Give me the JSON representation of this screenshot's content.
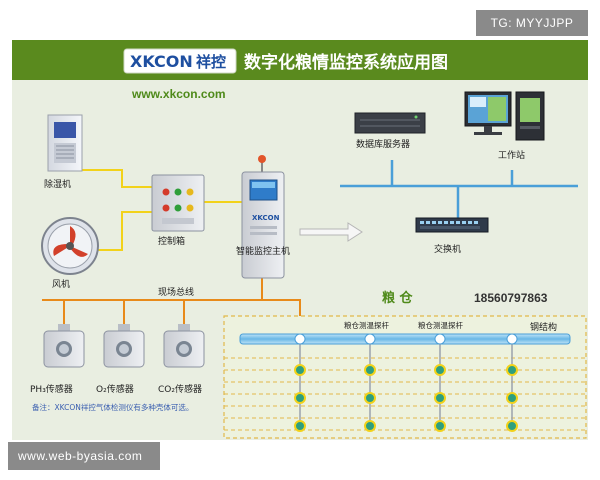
{
  "header": {
    "logo_text": "XKCON",
    "logo_cn": "祥控",
    "title": "数字化粮情监控系统应用图"
  },
  "website": "www.xkcon.com",
  "watermark_top": "TG: MYYJJPP",
  "watermark_bottom": "www.web-byasia.com",
  "labels": {
    "dehumidifier": "除湿机",
    "fan": "风机",
    "control_box": "控制箱",
    "main_host": "智能监控主机",
    "host_screen_brand": "XKCON",
    "field_bus": "现场总线",
    "ph3_sensor": "PH₃传感器",
    "o2_sensor": "O₂传感器",
    "co2_sensor": "CO₂传感器",
    "note": "备注：XKCON祥控气体检测仪有多种壳体可选。",
    "db_server": "数据库服务器",
    "workstation": "工作站",
    "switch": "交换机",
    "granary": "粮  仓",
    "phone": "18560797863",
    "probe_1": "粮仓测温探杆",
    "probe_2": "粮仓测温探杆",
    "steel_structure": "钢结构"
  },
  "colors": {
    "header_bg": "#5a8a1e",
    "panel_bg": "#e9eee1",
    "yellow_wire": "#f2d21a",
    "orange_wire": "#e88a1a",
    "network_line": "#4a9fd8",
    "granary_border": "#e2b84a",
    "probe_node": "#2e9f7e"
  },
  "icons": {
    "dehumidifier": "dehumidifier-cabinet-icon",
    "fan": "axial-fan-icon",
    "control_box": "control-box-icon",
    "host": "monitor-host-icon",
    "server": "rack-server-icon",
    "workstation": "workstation-icon",
    "switch": "network-switch-icon",
    "sensor": "gas-sensor-icon"
  }
}
